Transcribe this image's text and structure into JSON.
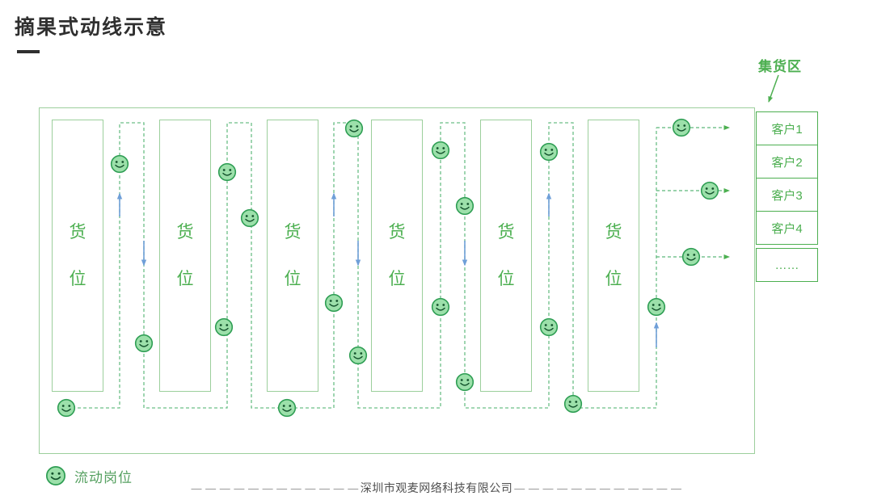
{
  "title": "摘果式动线示意",
  "warehouse": {
    "shelves": [
      "货位",
      "货位",
      "货位",
      "货位",
      "货位",
      "货位"
    ]
  },
  "collection_area": {
    "label": "集货区",
    "customers": [
      "客户1",
      "客户2",
      "客户3",
      "客户4",
      "……"
    ]
  },
  "legend": {
    "worker_icon": "smiley-face-icon",
    "worker_label": "流动岗位"
  },
  "footer": {
    "left_dashes": "— — — — — — — — — — — —",
    "company": "深圳市观麦网络科技有限公司",
    "right_dashes": "— — — — — — — — — — — —"
  },
  "colors": {
    "green": "#4caf50",
    "light_green_border": "#9ccf9c",
    "path_green": "#5cb87a",
    "arrow_blue": "#6f9fd8",
    "smiley_fill": "#9ce0aa",
    "smiley_stroke": "#2f9e54",
    "title_text": "#2f2f2f"
  }
}
